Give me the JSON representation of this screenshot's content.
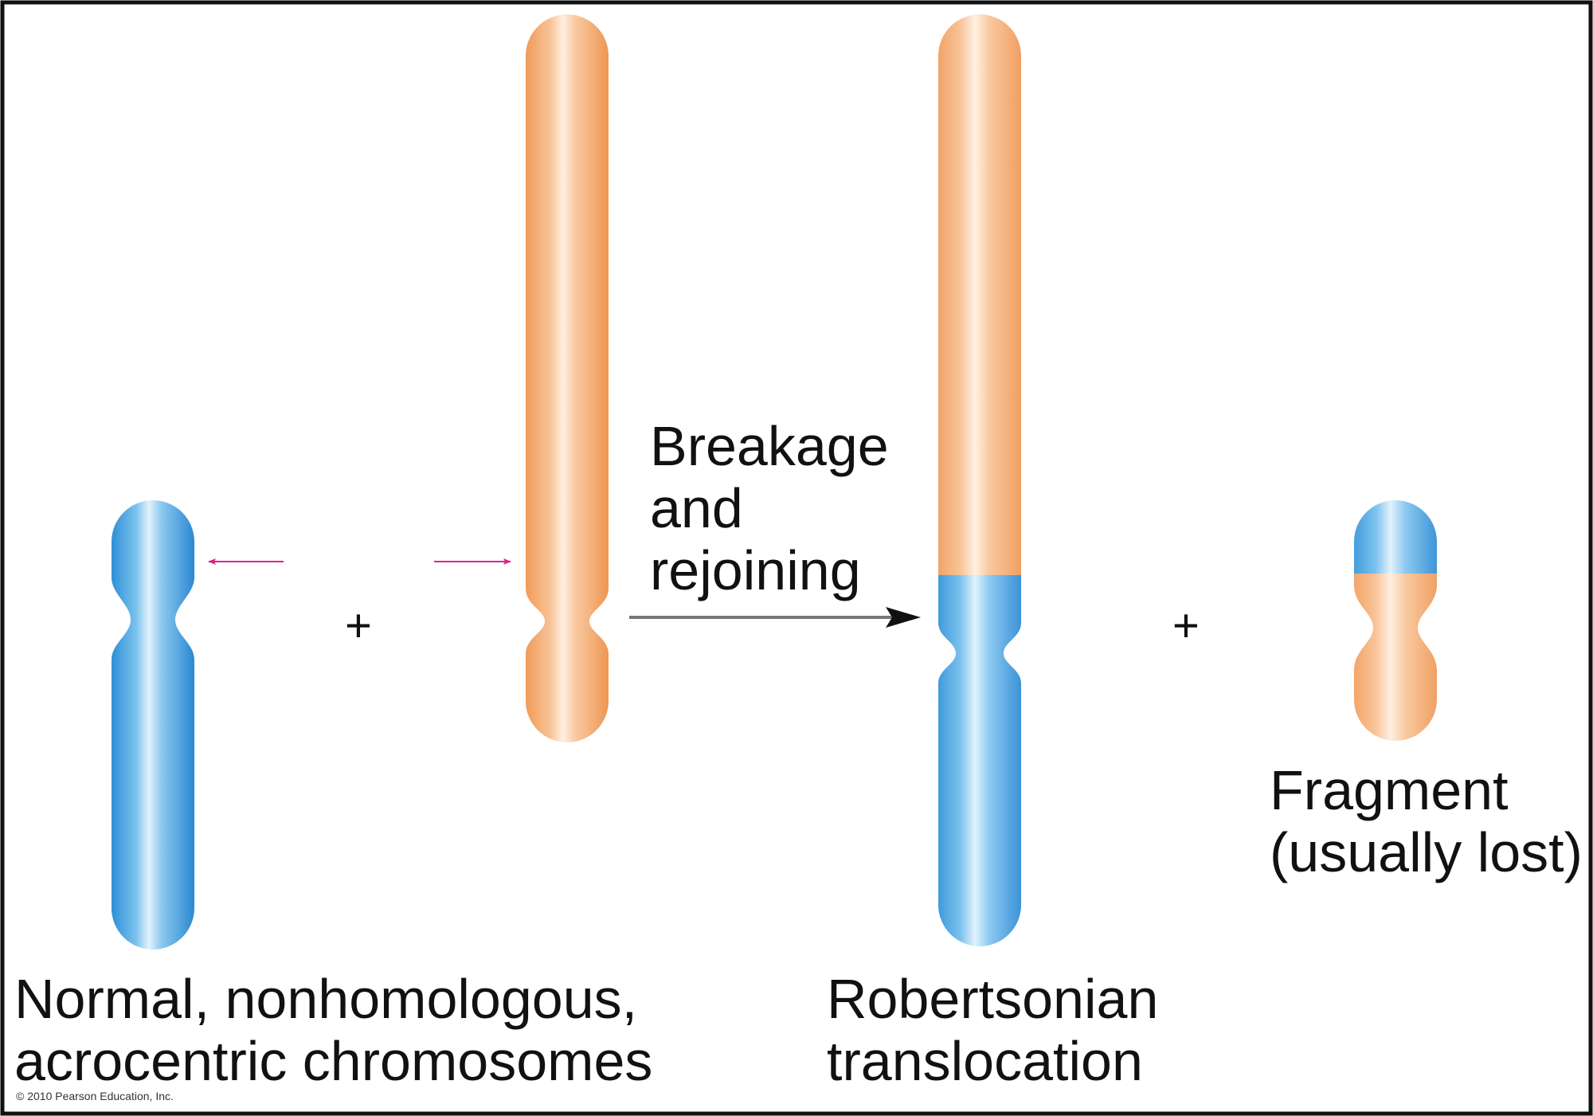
{
  "labels": {
    "breakage_line1": "Breakage",
    "breakage_line2": "and",
    "breakage_line3": "rejoining",
    "normal_line1": "Normal, nonhomologous,",
    "normal_line2": "acrocentric chromosomes",
    "robertsonian_line1": "Robertsonian",
    "robertsonian_line2": "translocation",
    "fragment_line1": "Fragment",
    "fragment_line2": "(usually lost)",
    "plus_1": "+",
    "plus_2": "+",
    "copyright": "© 2010 Pearson Education, Inc."
  },
  "colors": {
    "blue_chromosome": "#3a9fe0",
    "orange_chromosome": "#f4a467",
    "break_arrow": "#e0208c",
    "process_arrow": "#111111",
    "frame": "#111111"
  }
}
